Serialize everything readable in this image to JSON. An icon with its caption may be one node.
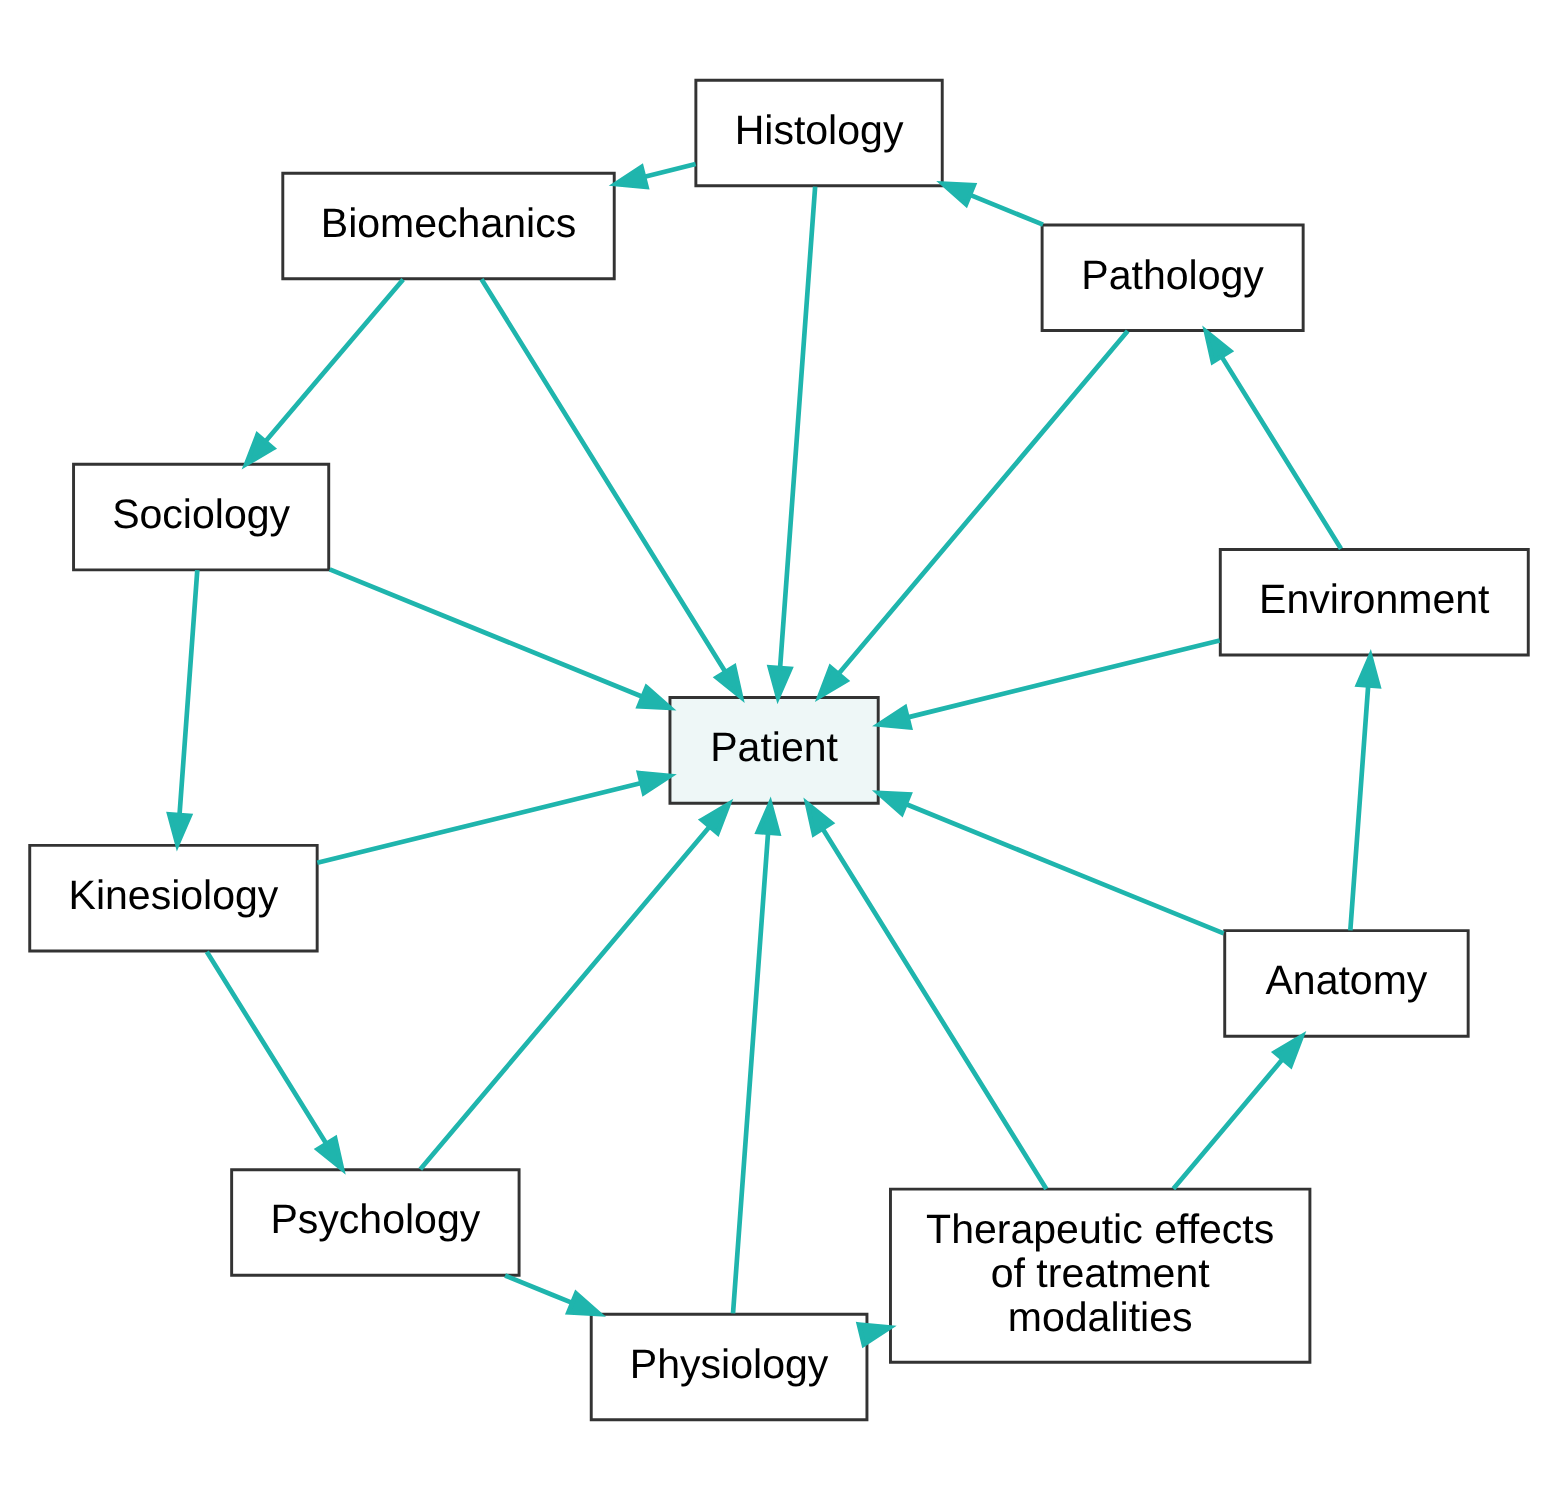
{
  "diagram": {
    "nodes": [
      {
        "text": [
          "Anatomy"
        ]
      },
      {
        "text": [
          "Environment"
        ]
      },
      {
        "text": [
          "Pathology"
        ]
      },
      {
        "text": [
          "Histology"
        ]
      },
      {
        "text": [
          "Biomechanics"
        ]
      },
      {
        "text": [
          "Sociology"
        ]
      },
      {
        "text": [
          "Kinesiology"
        ]
      },
      {
        "text": [
          "Psychology"
        ]
      },
      {
        "text": [
          "Physiology"
        ]
      },
      {
        "text": [
          "Therapeutic effects of treatment modalities"
        ]
      },
      {
        "text": [
          "Patient"
        ]
      }
    ],
    "edges": [
      {
        "from": 0,
        "to": 1,
        "arrow": "to"
      },
      {
        "from": 1,
        "to": 2,
        "arrow": "to"
      },
      {
        "from": 2,
        "to": 3,
        "arrow": "to"
      },
      {
        "from": 3,
        "to": 4,
        "arrow": "to"
      },
      {
        "from": 4,
        "to": 5,
        "arrow": "to"
      },
      {
        "from": 5,
        "to": 6,
        "arrow": "to"
      },
      {
        "from": 6,
        "to": 7,
        "arrow": "to"
      },
      {
        "from": 7,
        "to": 8,
        "arrow": "to"
      },
      {
        "from": 8,
        "to": 9,
        "arrow": "to"
      },
      {
        "from": 9,
        "to": 0,
        "arrow": "to"
      },
      {
        "from": 0,
        "to": 10,
        "arrow": "to"
      },
      {
        "from": 1,
        "to": 10,
        "arrow": "to"
      },
      {
        "from": 2,
        "to": 10,
        "arrow": "to"
      },
      {
        "from": 3,
        "to": 10,
        "arrow": "to"
      },
      {
        "from": 4,
        "to": 10,
        "arrow": "to"
      },
      {
        "from": 5,
        "to": 10,
        "arrow": "to"
      },
      {
        "from": 6,
        "to": 10,
        "arrow": "to"
      },
      {
        "from": 7,
        "to": 10,
        "arrow": "to"
      },
      {
        "from": 8,
        "to": 10,
        "arrow": "to"
      },
      {
        "from": 9,
        "to": 10,
        "arrow": "to"
      }
    ]
  }
}
